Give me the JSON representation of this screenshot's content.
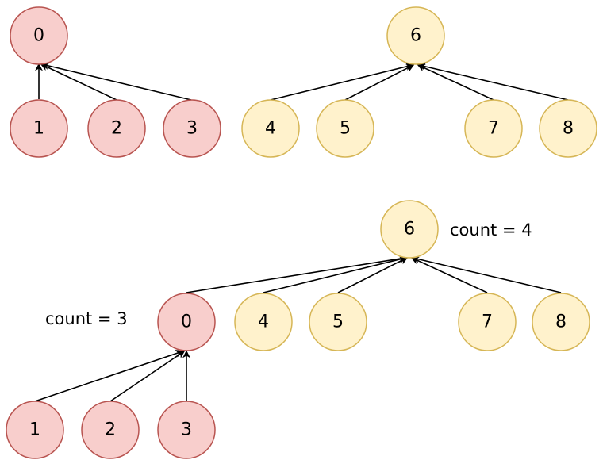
{
  "colors": {
    "red_fill": "#f8cecc",
    "red_stroke": "#b85450",
    "yellow_fill": "#fff2cc",
    "yellow_stroke": "#d6b656",
    "edge": "#000000"
  },
  "top_left_tree": {
    "root": {
      "label": "0",
      "color": "red"
    },
    "children": [
      {
        "label": "1",
        "color": "red"
      },
      {
        "label": "2",
        "color": "red"
      },
      {
        "label": "3",
        "color": "red"
      }
    ]
  },
  "top_right_tree": {
    "root": {
      "label": "6",
      "color": "yellow"
    },
    "children": [
      {
        "label": "4",
        "color": "yellow"
      },
      {
        "label": "5",
        "color": "yellow"
      },
      {
        "label": "7",
        "color": "yellow"
      },
      {
        "label": "8",
        "color": "yellow"
      }
    ]
  },
  "merged_tree": {
    "root": {
      "label": "6",
      "color": "yellow",
      "count_label": "count = 4"
    },
    "children": [
      {
        "label": "0",
        "color": "red",
        "count_label": "count = 3"
      },
      {
        "label": "4",
        "color": "yellow"
      },
      {
        "label": "5",
        "color": "yellow"
      },
      {
        "label": "7",
        "color": "yellow"
      },
      {
        "label": "8",
        "color": "yellow"
      }
    ],
    "grandchildren": [
      {
        "label": "1",
        "color": "red"
      },
      {
        "label": "2",
        "color": "red"
      },
      {
        "label": "3",
        "color": "red"
      }
    ]
  }
}
